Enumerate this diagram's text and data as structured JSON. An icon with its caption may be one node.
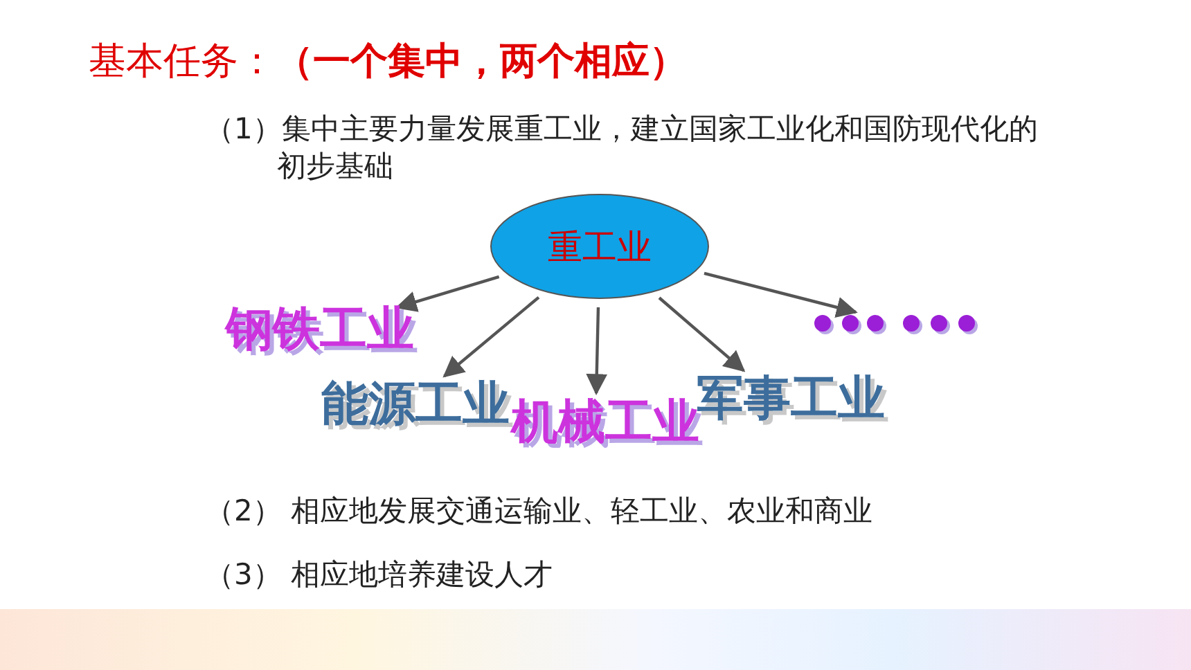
{
  "diagram": {
    "title": "基本任务：**（一个集中，两个相应）**",
    "nodes": [
      {
        "text": [
          "重工业"
        ]
      },
      {
        "text": [
          "钢铁工业"
        ]
      },
      {
        "text": [
          "能源工业"
        ]
      },
      {
        "text": [
          "机械工业"
        ]
      },
      {
        "text": [
          "军事工业"
        ]
      },
      {
        "text": [],
        "shape": "circle"
      }
    ],
    "edges": [
      {
        "from": 0,
        "to": 1,
        "arrow": "to"
      },
      {
        "from": 0,
        "to": 2,
        "arrow": "to"
      },
      {
        "from": 0,
        "to": 3,
        "arrow": "to"
      },
      {
        "from": 0,
        "to": 4,
        "arrow": "to"
      },
      {
        "from": 0,
        "to": 5,
        "arrow": "to"
      }
    ],
    "labels": [
      "（1）集中主要力量发展重工业，建立国家工业化和国防现代化的初步基础",
      "（2） 相应地发展交通运输业、轻工业、农业和商业",
      "（3） 相应地培养建设人才"
    ]
  }
}
